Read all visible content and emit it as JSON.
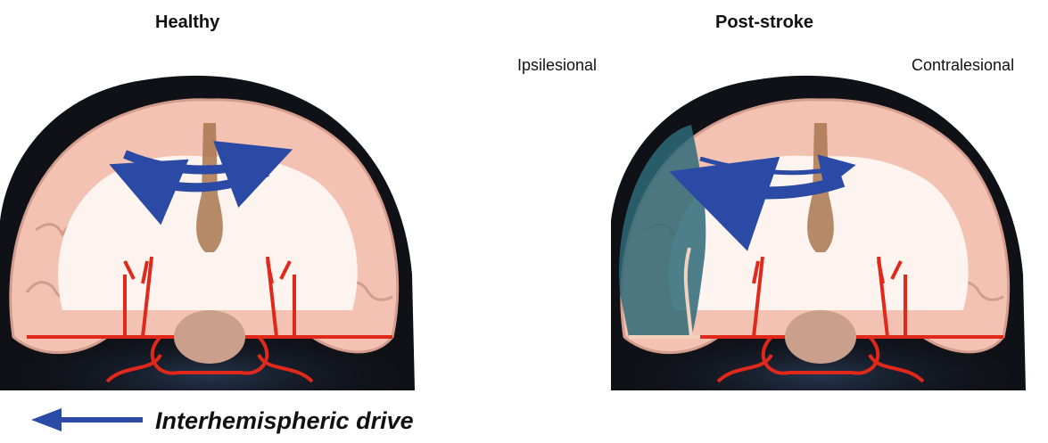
{
  "panels": {
    "healthy": {
      "title": "Healthy"
    },
    "stroke": {
      "title": "Post-stroke",
      "left_label": "Ipsilesional",
      "right_label": "Contralesional"
    }
  },
  "legend": {
    "label": "Interhemispheric drive"
  },
  "colors": {
    "arrow": "#2a4aa5",
    "lesion": "#2e6a78",
    "cortex": "#f3c2b3",
    "white_matter": "#fdf3ef",
    "arteries": "#e0281b",
    "skull": "#0f1116",
    "ventricle": "#a9764f",
    "brainstem": "#caa08c"
  },
  "icons": [
    "brain-healthy-illustration",
    "brain-post-stroke-illustration",
    "interhemispheric-arrow-icon"
  ]
}
